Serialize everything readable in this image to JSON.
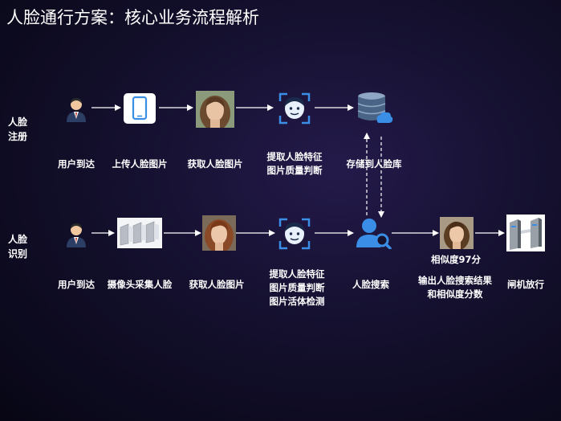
{
  "title": "人脸通行方案：核心业务流程解析",
  "rows": {
    "register": {
      "label_line1": "人脸",
      "label_line2": "注册",
      "captions": {
        "user_arrive": "用户到达",
        "upload_photo": "上传人脸图片",
        "get_photo": "获取人脸图片",
        "extract_line1": "提取人脸特征",
        "extract_line2": "图片质量判断",
        "store": "存储到人脸库"
      }
    },
    "recognize": {
      "label_line1": "人脸",
      "label_line2": "识别",
      "captions": {
        "user_arrive": "用户到达",
        "camera_capture": "摄像头采集人脸",
        "get_photo": "获取人脸图片",
        "extract_line1": "提取人脸特征",
        "extract_line2": "图片质量判断",
        "extract_line3": "图片活体检测",
        "search": "人脸搜索",
        "similarity": "相似度97分",
        "output_line1": "输出人脸搜索结果",
        "output_line2": "和相似度分数",
        "gate": "闸机放行"
      }
    }
  },
  "colors": {
    "accent_blue": "#3a8ee6",
    "arrow": "#ffffff"
  },
  "icons": [
    "user-icon",
    "tablet-icon",
    "face-photo",
    "face-scan-icon",
    "database-cloud-icon",
    "turnstile-gate-photo",
    "person-search-icon",
    "gate-icon"
  ]
}
